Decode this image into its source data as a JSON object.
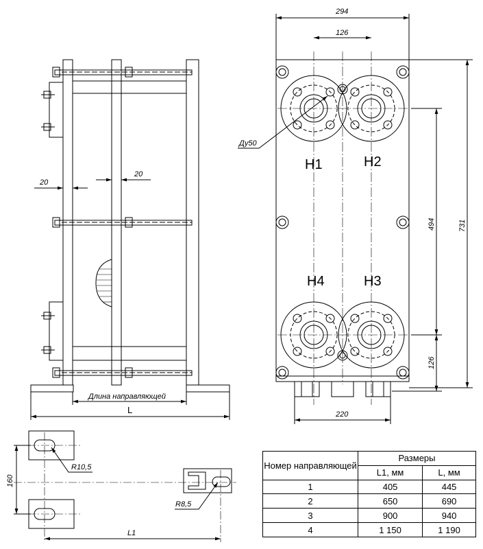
{
  "side_view": {
    "dim_20_left": "20",
    "dim_20_right": "20",
    "guide_length_label": "Длина направляющей",
    "overall_L": "L"
  },
  "front_view": {
    "width_294": "294",
    "port_spacing_126": "126",
    "port_dia_label": "Ду50",
    "port_H1": "Н1",
    "port_H2": "Н2",
    "port_H3": "Н3",
    "port_H4": "Н4",
    "vertical_494": "494",
    "height_731": "731",
    "bottom_126": "126",
    "foot_220": "220"
  },
  "foot_detail": {
    "radius_top": "R10,5",
    "spacing_160": "160",
    "radius_right": "R8,5",
    "length_L1": "L1"
  },
  "table": {
    "header_col1": "Номер направляющей",
    "header_group": "Размеры",
    "header_L1": "L1, мм",
    "header_L": "L, мм",
    "rows": [
      {
        "n": "1",
        "l1": "405",
        "l": "445"
      },
      {
        "n": "2",
        "l1": "650",
        "l": "690"
      },
      {
        "n": "3",
        "l1": "900",
        "l": "940"
      },
      {
        "n": "4",
        "l1": "1 150",
        "l": "1 190"
      }
    ]
  }
}
